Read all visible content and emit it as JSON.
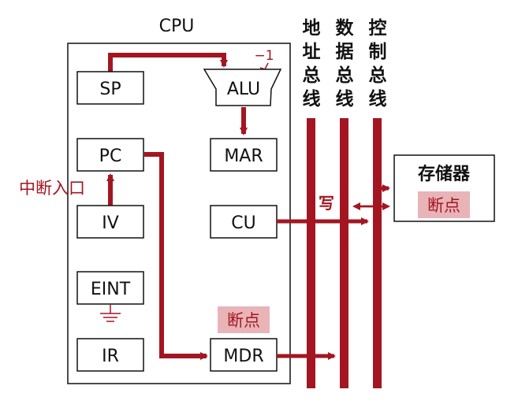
{
  "cpu": {
    "title": "CPU",
    "registers": {
      "sp": "SP",
      "pc": "PC",
      "iv": "IV",
      "eint": "EINT",
      "ir": "IR",
      "alu": "ALU",
      "mar": "MAR",
      "cu": "CU",
      "mdr": "MDR"
    },
    "alu_input_label": "−1",
    "mdr_breakpoint": "断点"
  },
  "buses": {
    "address": [
      "地",
      "址",
      "总",
      "线"
    ],
    "data": [
      "数",
      "据",
      "总",
      "线"
    ],
    "control": [
      "控",
      "制",
      "总",
      "线"
    ]
  },
  "interrupt_label": "中断入口",
  "write_label": "写",
  "memory": {
    "title": "存储器",
    "breakpoint": "断点"
  },
  "colors": {
    "accent": "#a31621",
    "box_border": "#111111",
    "highlight": "#e8b4b8"
  }
}
